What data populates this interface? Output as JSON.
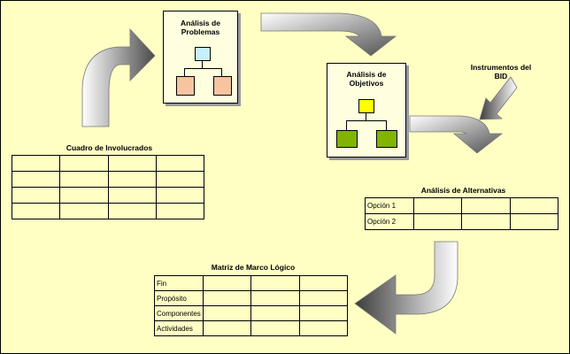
{
  "colors": {
    "background": "#ffffc4",
    "problem_top": "#c6f0ff",
    "problem_bottom": "#f7c4a0",
    "objective_top": "#ffff00",
    "objective_bottom": "#80b400"
  },
  "nodes": {
    "analisis_problemas": {
      "title": "Análisis de Problemas"
    },
    "analisis_objetivos": {
      "title": "Análisis de Objetivos"
    },
    "instrumentos": {
      "title": "Instrumentos del BID"
    }
  },
  "cuadro_involucrados": {
    "title": "Cuadro de Involucrados",
    "rows": 4,
    "cols": 4
  },
  "analisis_alternativas": {
    "title": "Análisis de Alternativas",
    "rows": [
      "Opción 1",
      "Opción 2"
    ],
    "extra_cols": 3
  },
  "matriz_marco_logico": {
    "title": "Matriz de Marco Lógico",
    "rows": [
      "Fin",
      "Propósito",
      "Componentes",
      "Actividades"
    ],
    "extra_cols": 3
  }
}
